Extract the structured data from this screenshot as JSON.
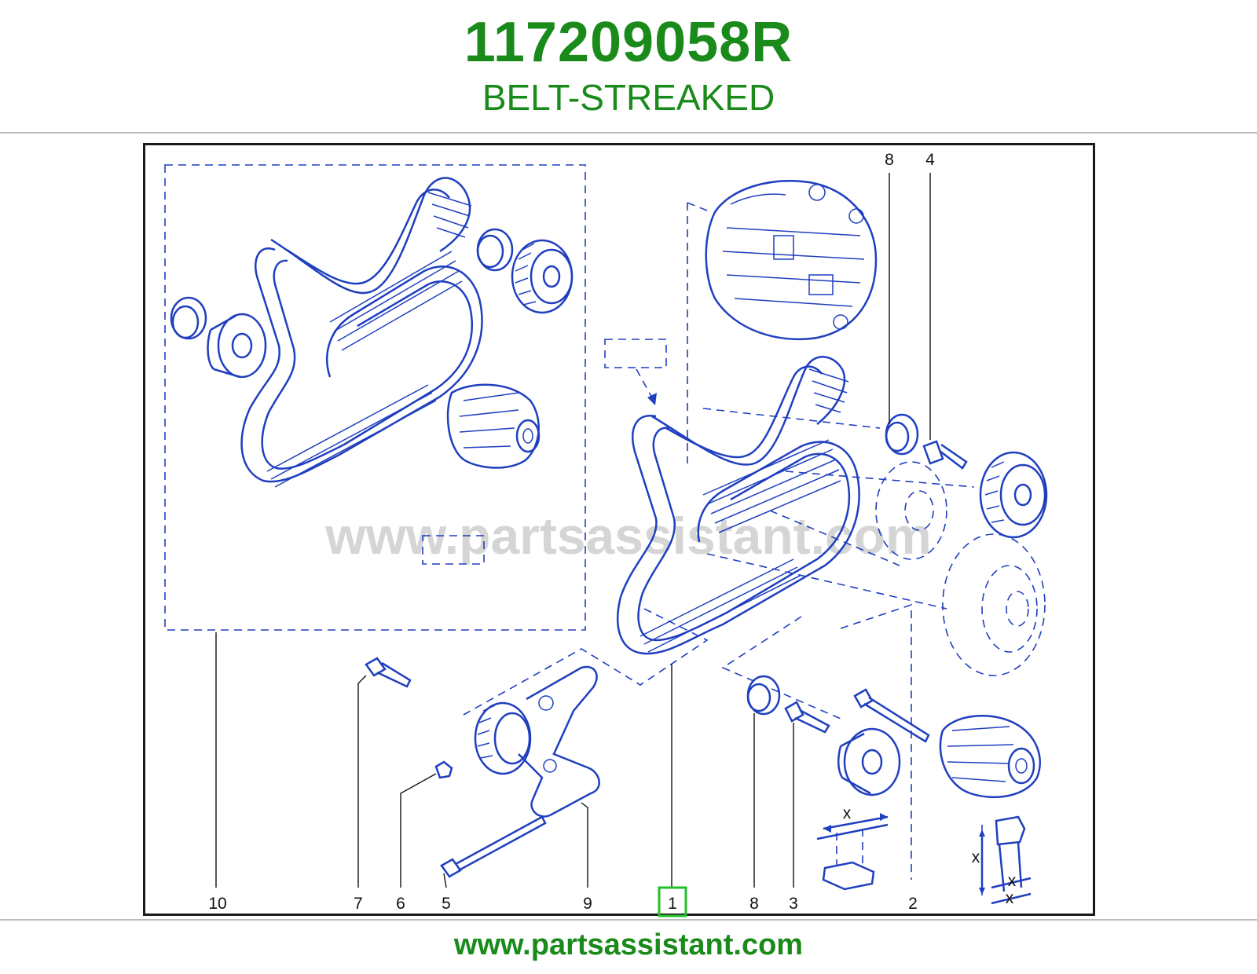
{
  "header": {
    "part_number": "117209058R",
    "part_name": "BELT-STREAKED"
  },
  "diagram": {
    "watermark": "www.partsassistant.com",
    "callouts": {
      "c10": "10",
      "c7": "7",
      "c6": "6",
      "c5": "5",
      "c9": "9",
      "c1": "1",
      "c8_bottom": "8",
      "c3": "3",
      "c2": "2",
      "c8_top": "8",
      "c4": "4"
    },
    "highlighted_callout": "1",
    "detail_labels": {
      "x1": "x",
      "x2": "x",
      "x3": "x",
      "x4": "x"
    }
  },
  "footer": {
    "url": "www.partsassistant.com"
  },
  "colors": {
    "title_green": "#1a8a1a",
    "line_blue": "#1f3fbf",
    "highlight_green": "#22c02a"
  }
}
